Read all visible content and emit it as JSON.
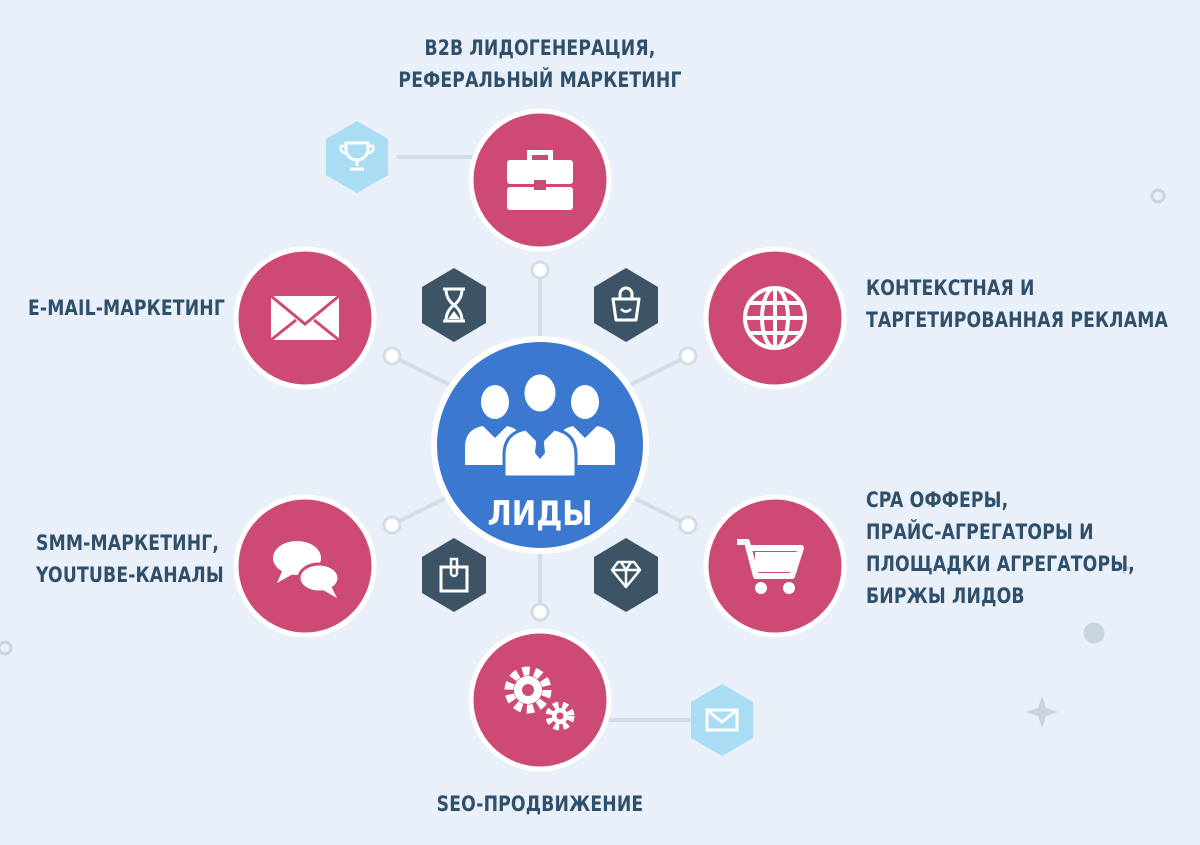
{
  "center": {
    "label": "ЛИДЫ",
    "icon": "people-group-icon"
  },
  "channels": {
    "b2b": {
      "lines": [
        "B2B ЛИДОГЕНЕРАЦИЯ,",
        "РЕФЕРАЛЬНЫЙ МАРКЕТИНГ"
      ],
      "icon": "briefcase-icon"
    },
    "email": {
      "lines": [
        "E-MAIL-МАРКЕТИНГ"
      ],
      "icon": "envelope-icon"
    },
    "context": {
      "lines": [
        "КОНТЕКСТНАЯ И",
        "ТАРГЕТИРОВАННАЯ РЕКЛАМА"
      ],
      "icon": "globe-icon"
    },
    "cpa": {
      "lines": [
        "CPA ОФФЕРЫ,",
        "ПРАЙС-АГРЕГАТОРЫ И",
        "ПЛОЩАДКИ АГРЕГАТОРЫ,",
        "БИРЖЫ ЛИДОВ"
      ],
      "icon": "shopping-cart-icon"
    },
    "smm": {
      "lines": [
        "SMM-МАРКЕТИНГ,",
        "YOUTUBE-КАНАЛЫ"
      ],
      "icon": "chat-bubbles-icon"
    },
    "seo": {
      "lines": [
        "SEO-ПРОДВИЖЕНИЕ"
      ],
      "icon": "gears-icon"
    }
  },
  "small_icons": [
    "trophy-icon",
    "hourglass-icon",
    "shopping-bag-icon",
    "clipboard-icon",
    "diamond-icon",
    "mail-icon"
  ],
  "colors": {
    "background": "#e9f0f9",
    "center": "#3a79cf",
    "channel": "#cc4a73",
    "hex_dark": "#3c5466",
    "hex_light": "#a8ddf3",
    "connector": "#d3dde8",
    "text": "#2f4f6b"
  }
}
